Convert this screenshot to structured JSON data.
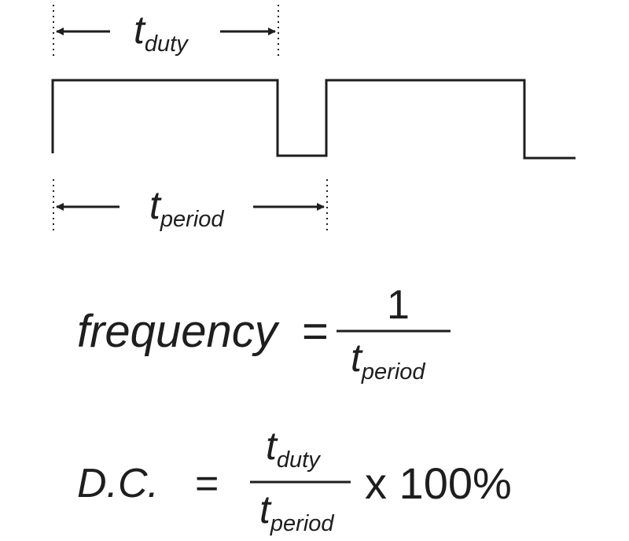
{
  "waveform": {
    "duty_label": {
      "main": "t",
      "sub": "duty"
    },
    "period_label": {
      "main": "t",
      "sub": "period"
    }
  },
  "frequency_formula": {
    "lhs": "frequency",
    "equals": "=",
    "numerator": "1",
    "denominator": {
      "main": "t",
      "sub": "period"
    }
  },
  "duty_cycle_formula": {
    "lhs": "D.C.",
    "equals": "=",
    "numerator": {
      "main": "t",
      "sub": "duty"
    },
    "denominator": {
      "main": "t",
      "sub": "period"
    },
    "multiplier": "x 100%"
  },
  "colors": {
    "ink": "#1e1e1e",
    "background": "#ffffff"
  }
}
